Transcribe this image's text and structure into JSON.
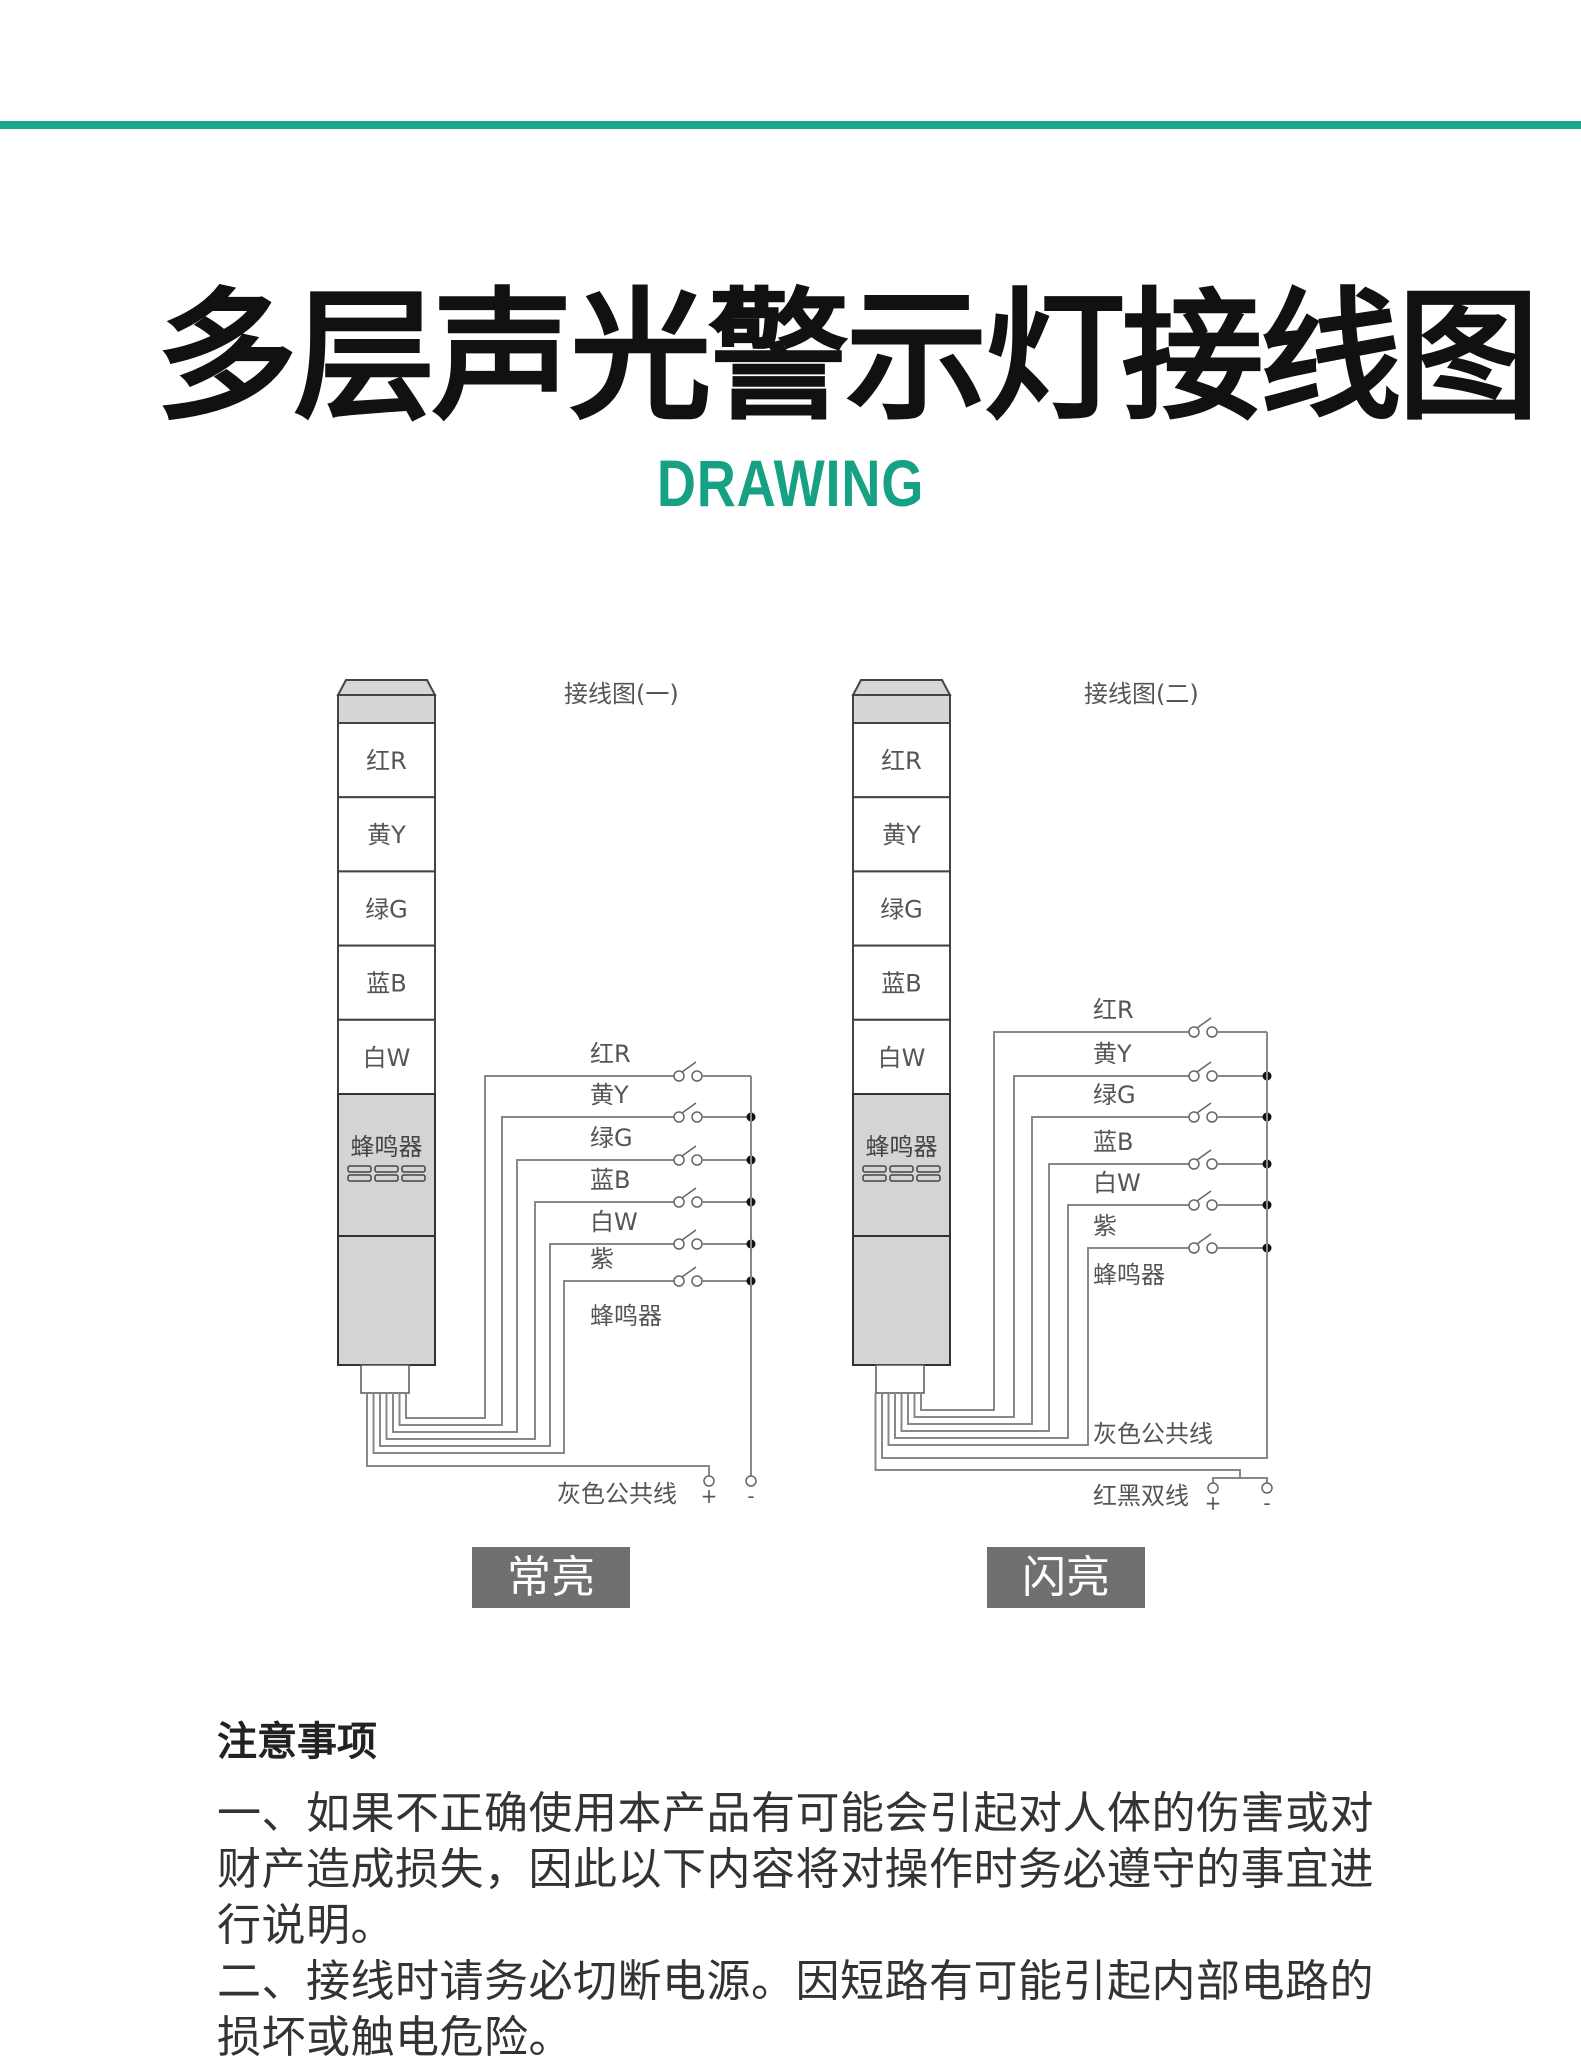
{
  "header": {
    "title": "多层声光警示灯接线图",
    "subtitle": "DRAWING",
    "accent_color": "#1aa58e"
  },
  "diagrams": [
    {
      "caption": "接线图(一)",
      "tower_labels": [
        "红R",
        "黄Y",
        "绿G",
        "蓝B",
        "白W"
      ],
      "buzzer_label": "蜂鸣器",
      "wire_labels": [
        "红R",
        "黄Y",
        "绿G",
        "蓝B",
        "白W",
        "紫",
        "蜂鸣器"
      ],
      "common_label": "灰色公共线",
      "plus": "+",
      "minus": "-",
      "mode": "常亮"
    },
    {
      "caption": "接线图(二)",
      "tower_labels": [
        "红R",
        "黄Y",
        "绿G",
        "蓝B",
        "白W"
      ],
      "buzzer_label": "蜂鸣器",
      "wire_labels": [
        "红R",
        "黄Y",
        "绿G",
        "蓝B",
        "白W",
        "紫",
        "蜂鸣器"
      ],
      "common_label": "灰色公共线",
      "power_label": "红黑双线",
      "plus": "+",
      "minus": "-",
      "mode": "闪亮"
    }
  ],
  "notes": {
    "heading": "注意事项",
    "paragraphs": [
      "一、如果不正确使用本产品有可能会引起对人体的伤害或对财产造成损失，因此以下内容将对操作时务必遵守的事宜进行说明。",
      "二、接线时请务必切断电源。因短路有可能引起内部电路的损坏或触电危险。"
    ]
  }
}
